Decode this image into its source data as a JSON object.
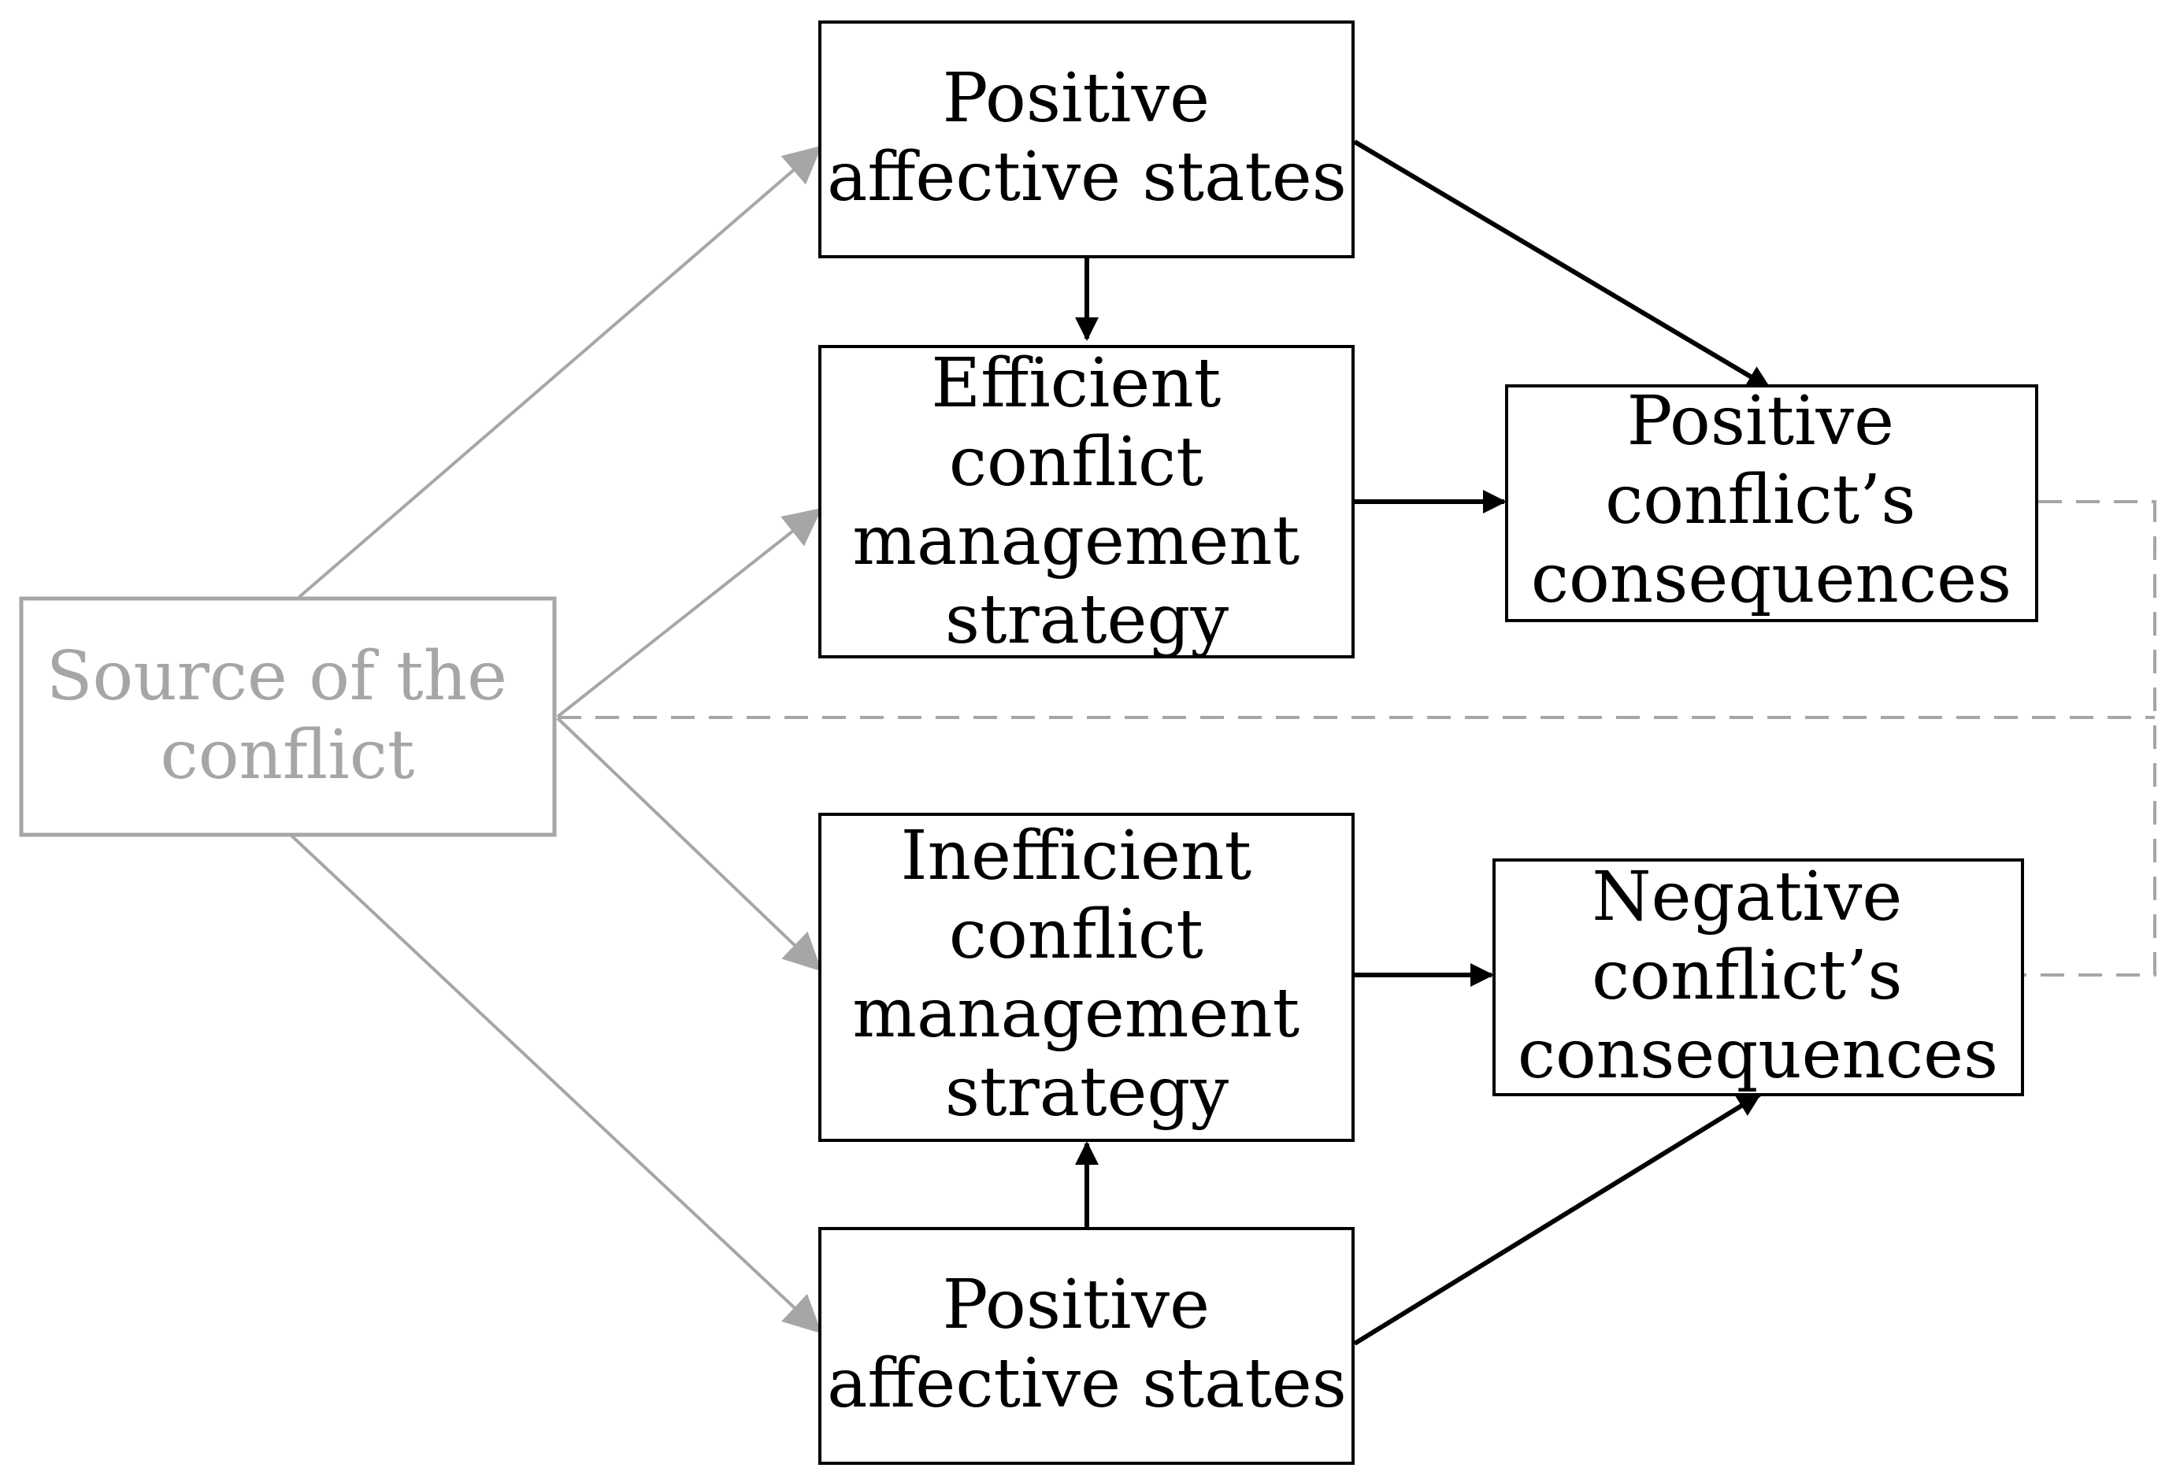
{
  "colors": {
    "primary": "#000000",
    "muted": "#a6a6a6",
    "dashed": "#a6a6a6",
    "background": "#ffffff"
  },
  "nodes": {
    "source": {
      "lines": [
        "Source of the",
        "conflict"
      ]
    },
    "positive_affect_top": {
      "lines": [
        "Positive",
        "affective states"
      ]
    },
    "efficient_strategy": {
      "lines": [
        "Efficient",
        "conflict",
        "management",
        "strategy"
      ]
    },
    "positive_consequences": {
      "lines": [
        "Positive",
        "conflict’s",
        "consequences"
      ]
    },
    "inefficient_strategy": {
      "lines": [
        "Inefficient",
        "conflict",
        "management",
        "strategy"
      ]
    },
    "negative_consequences": {
      "lines": [
        "Negative",
        "conflict’s",
        "consequences"
      ]
    },
    "positive_affect_bottom": {
      "lines": [
        "Positive",
        "affective states"
      ]
    }
  }
}
